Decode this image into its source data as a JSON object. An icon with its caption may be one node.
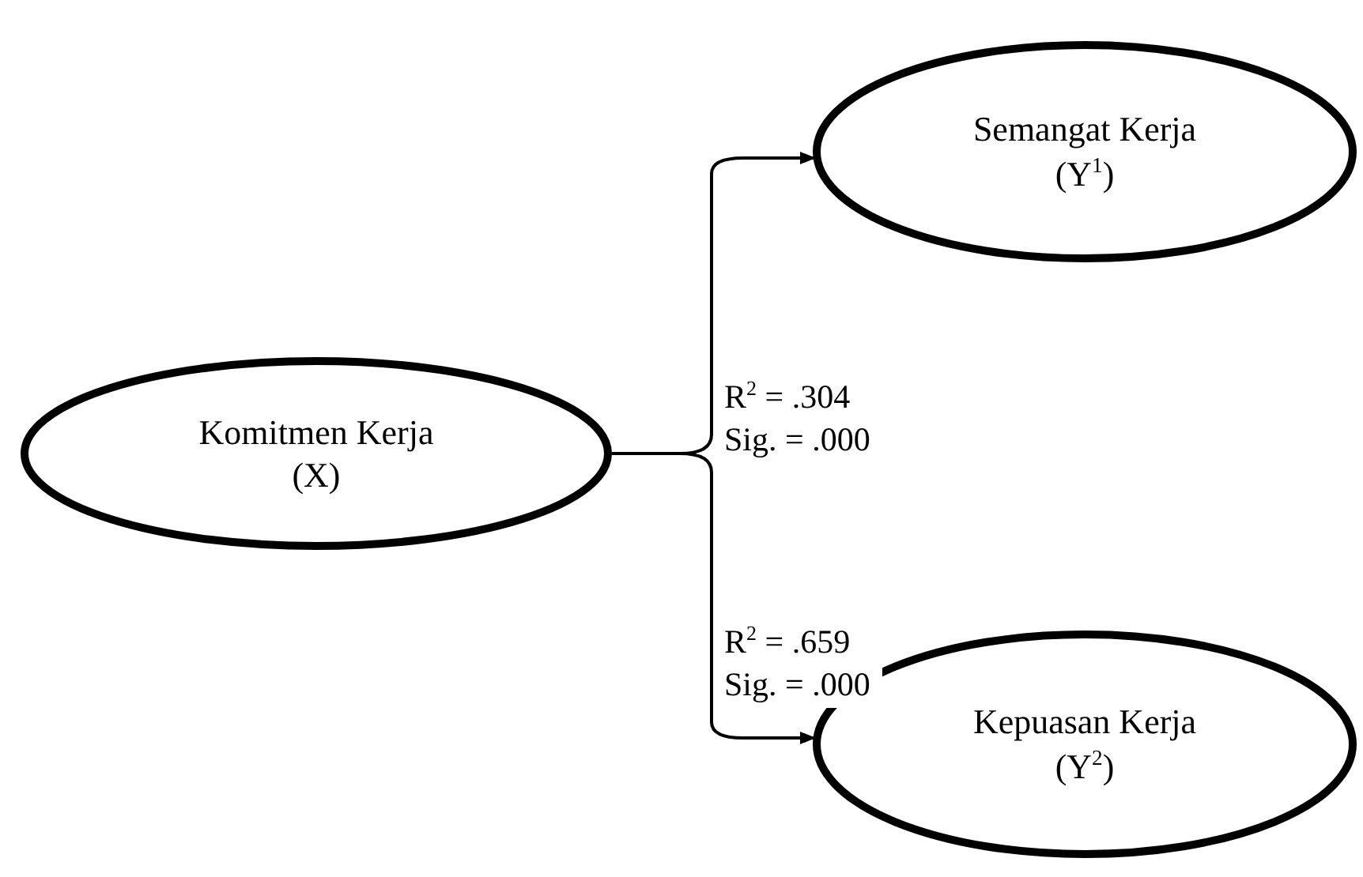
{
  "diagram": {
    "nodes": [
      {
        "text": [
          "Komitmen Kerja (X)"
        ]
      },
      {
        "text": [
          "Semangat Kerja (Y$^{1}$)"
        ]
      },
      {
        "text": [
          "Kepuasan Kerja (Y$^{2}$)"
        ]
      }
    ],
    "edges": [
      {
        "from": 0,
        "to": 1,
        "arrow": "to",
        "label": "R$^{2}$ = .304 Sig. = .000"
      },
      {
        "from": 0,
        "to": 2,
        "arrow": "to",
        "label": "R$^{2}$ = .659 Sig. = .000"
      }
    ]
  }
}
